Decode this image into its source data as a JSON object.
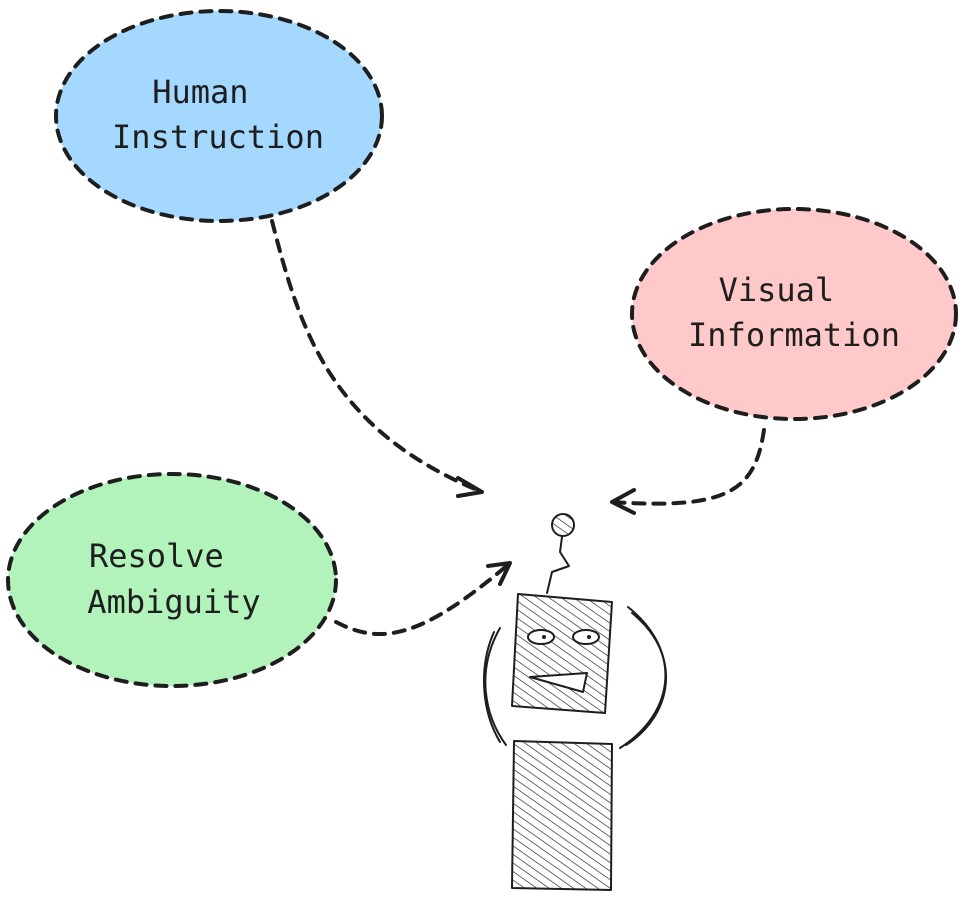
{
  "bubbles": {
    "human_instruction": {
      "line1": "Human",
      "line2": "Instruction",
      "fill": "#a5d8ff"
    },
    "visual_information": {
      "line1": "Visual",
      "line2": "Information",
      "fill": "#ffc9c9"
    },
    "resolve_ambiguity": {
      "line1": "Resolve",
      "line2": "Ambiguity",
      "fill": "#b2f2bb"
    }
  },
  "robot": {
    "icon": "robot-icon",
    "stroke_color": "#1e1e1e"
  }
}
